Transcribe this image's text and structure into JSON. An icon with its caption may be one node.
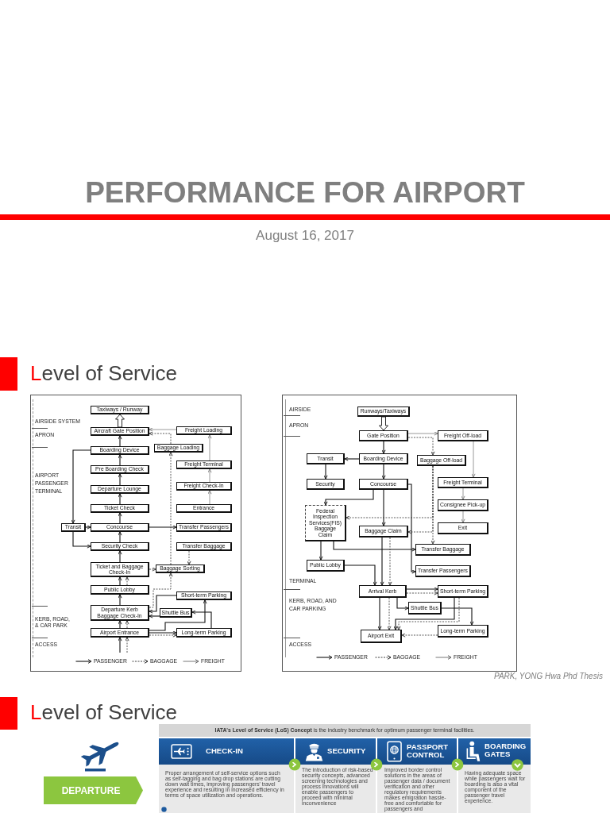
{
  "diagram": {
    "title": "PERFORMANCE FOR AIRPORT",
    "nodes": [
      {
        "text": [
          "Taxiways / Runway"
        ]
      },
      {
        "text": [
          "Aircraft Gate Position"
        ]
      },
      {
        "text": [
          "Freight Loading"
        ]
      },
      {
        "text": [
          "Baggage Loading"
        ]
      },
      {
        "text": [
          "Boarding Device"
        ]
      },
      {
        "text": [
          "Freight Terminal"
        ]
      },
      {
        "text": [
          "Pre Boarding Check"
        ]
      },
      {
        "text": [
          "Freight Check-In"
        ]
      },
      {
        "text": [
          "Departure Lounge"
        ]
      },
      {
        "text": [
          "Ticket Check"
        ]
      },
      {
        "text": [
          "Entrance"
        ]
      },
      {
        "text": [
          "Transit"
        ]
      },
      {
        "text": [
          "Concourse"
        ]
      },
      {
        "text": [
          "Transfer Passengers"
        ]
      },
      {
        "text": [
          "Security Check"
        ]
      },
      {
        "text": [
          "Transfer Baggage"
        ]
      },
      {
        "text": [
          "Ticket and Baggage Check-In"
        ]
      },
      {
        "text": [
          "Baggage Sorting"
        ]
      },
      {
        "text": [
          "Public Lobby"
        ]
      },
      {
        "text": [
          "Short-term Parking"
        ]
      },
      {
        "text": [
          "Departure Kerb Baggage Check-In"
        ]
      },
      {
        "text": [
          "Shuttle Bus"
        ]
      },
      {
        "text": [
          "Airport Entrance"
        ]
      },
      {
        "text": [
          "Long-term Parking"
        ]
      },
      {
        "text": [
          "Runways/Taxiways"
        ]
      },
      {
        "text": [
          "Gate Position"
        ]
      },
      {
        "text": [
          "Freight Off-load"
        ]
      },
      {
        "text": [
          "Transit"
        ]
      },
      {
        "text": [
          "Boarding Device"
        ]
      },
      {
        "text": [
          "Baggage Off-load"
        ]
      },
      {
        "text": [
          "Security"
        ]
      },
      {
        "text": [
          "Concourse"
        ]
      },
      {
        "text": [
          "Freight Terminal"
        ]
      },
      {
        "text": [
          "Consignee Pick-up"
        ]
      },
      {
        "text": [
          "Federal Inspection Services(FIS) Baggage Claim"
        ]
      },
      {
        "text": [
          "Baggage Claim"
        ]
      },
      {
        "text": [
          "Exit"
        ]
      },
      {
        "text": [
          "Transfer Baggage"
        ]
      },
      {
        "text": [
          "Public Lobby"
        ]
      },
      {
        "text": [
          "Transfer Passengers"
        ]
      },
      {
        "text": [
          "Arrival Kerb"
        ]
      },
      {
        "text": [
          "Short-term Parking"
        ]
      },
      {
        "text": [
          "Shuttle Bus"
        ]
      },
      {
        "text": [
          "Long-term Parking"
        ]
      },
      {
        "text": [
          "Airport Exit"
        ]
      },
      {
        "text": [
          "**IATA's Level of Service (LoS) Concept** is the industry benchmark for optimum passenger terminal facilities."
        ]
      },
      {
        "text": [
          "DEPARTURE"
        ]
      },
      {
        "text": [
          "CHECK-IN",
          "Proper arrangement of self-service options such as self-tagging and bag drop stations are cutting down wait times, improving passengers' travel experience and resulting in increased efficiency in terms of space utilization and operations."
        ]
      },
      {
        "text": [
          "SECURITY",
          "The introduction of risk-based security concepts, advanced screening technologies and process innovations will enable passengers to proceed with minimal inconvenience"
        ]
      },
      {
        "text": [
          "PASSPORT CONTROL",
          "Improved border control solutions in the areas of passenger data / document verification and other regulatory requirements makes emigration hassle-free and comfortable for passengers and"
        ]
      },
      {
        "text": [
          "BOARDING GATES",
          "Having adequate space while passengers wait for boarding is also a vital component of the passenger travel experience."
        ]
      }
    ],
    "edges": [
      {
        "from": 1,
        "to": 0,
        "arrow": "to",
        "style": "thick"
      },
      {
        "from": 4,
        "to": 1,
        "arrow": "to"
      },
      {
        "from": 6,
        "to": 4,
        "arrow": "to"
      },
      {
        "from": 8,
        "to": 6,
        "arrow": "to"
      },
      {
        "from": 9,
        "to": 8,
        "arrow": "to"
      },
      {
        "from": 12,
        "to": 9,
        "arrow": "to"
      },
      {
        "from": 14,
        "to": 12,
        "arrow": "to"
      },
      {
        "from": 16,
        "to": 14,
        "arrow": "to"
      },
      {
        "from": 18,
        "to": 16,
        "arrow": "to"
      },
      {
        "from": 20,
        "to": 18,
        "arrow": "to"
      },
      {
        "from": 22,
        "to": 20,
        "arrow": "to"
      },
      {
        "from": null,
        "to": 22,
        "arrow": "to"
      },
      {
        "from": 4,
        "to": 11,
        "arrow": "to"
      },
      {
        "from": 11,
        "to": 12,
        "arrow": "to"
      },
      {
        "from": 11,
        "to": 14,
        "arrow": "to"
      },
      {
        "from": 12,
        "to": 13,
        "arrow": "to"
      },
      {
        "from": 19,
        "to": 20,
        "arrow": "to"
      },
      {
        "from": 21,
        "to": 20,
        "arrow": "to"
      },
      {
        "from": 22,
        "to": 19,
        "arrow": "to"
      },
      {
        "from": 22,
        "to": 23,
        "arrow": "to"
      },
      {
        "from": 23,
        "to": 21,
        "arrow": "to"
      },
      {
        "from": 2,
        "to": 1,
        "arrow": "to",
        "color": "#808080"
      },
      {
        "from": 5,
        "to": 2,
        "arrow": "to",
        "color": "#808080"
      },
      {
        "from": 7,
        "to": 5,
        "arrow": "to",
        "color": "#808080"
      },
      {
        "from": 10,
        "to": 7,
        "arrow": "to",
        "color": "#808080"
      },
      {
        "from": 3,
        "to": 1,
        "arrow": "to",
        "style": "dashed"
      },
      {
        "from": 17,
        "to": 3,
        "arrow": "to",
        "style": "dashed"
      },
      {
        "from": 16,
        "to": 17,
        "arrow": "to",
        "style": "dashed"
      },
      {
        "from": 15,
        "to": 17,
        "arrow": "to",
        "style": "dashed"
      },
      {
        "from": 18,
        "to": 16,
        "arrow": "to",
        "style": "dashed"
      },
      {
        "from": 22,
        "to": 20,
        "arrow": "to",
        "style": "dashed"
      },
      {
        "from": null,
        "to": 22,
        "arrow": "to",
        "style": "dashed"
      },
      {
        "from": 20,
        "to": 17,
        "arrow": "to",
        "style": "dashed"
      },
      {
        "from": 22,
        "to": 23,
        "arrow": "to",
        "style": "dashed"
      },
      {
        "from": 24,
        "to": 25,
        "arrow": "to",
        "style": "thick"
      },
      {
        "from": 25,
        "to": 28,
        "arrow": "to"
      },
      {
        "from": 28,
        "to": 27,
        "arrow": "to"
      },
      {
        "from": 28,
        "to": 31,
        "arrow": "to"
      },
      {
        "from": 27,
        "to": 30,
        "arrow": "to"
      },
      {
        "from": 31,
        "to": 34,
        "arrow": "to"
      },
      {
        "from": 31,
        "to": 35,
        "arrow": "to"
      },
      {
        "from": 31,
        "to": 39,
        "arrow": "to"
      },
      {
        "from": 34,
        "to": 38,
        "arrow": "to"
      },
      {
        "from": 34,
        "to": 37,
        "arrow": "to"
      },
      {
        "from": 38,
        "to": 40,
        "arrow": "to"
      },
      {
        "from": 35,
        "to": 40,
        "arrow": "to"
      },
      {
        "from": 40,
        "to": 41,
        "arrow": "to"
      },
      {
        "from": 40,
        "to": 42,
        "arrow": "to"
      },
      {
        "from": 40,
        "to": 44,
        "arrow": "to"
      },
      {
        "from": 42,
        "to": 43,
        "arrow": "to"
      },
      {
        "from": 41,
        "to": 44,
        "arrow": "to"
      },
      {
        "from": 25,
        "to": 26,
        "arrow": "to",
        "color": "#808080"
      },
      {
        "from": 26,
        "to": 32,
        "arrow": "to",
        "color": "#808080"
      },
      {
        "from": 32,
        "to": 33,
        "arrow": "to",
        "color": "#808080"
      },
      {
        "from": 33,
        "to": 36,
        "arrow": "to",
        "color": "#808080"
      },
      {
        "from": 25,
        "to": 29,
        "arrow": "to",
        "style": "dashed"
      },
      {
        "from": 29,
        "to": 34,
        "arrow": "to",
        "style": "dashed"
      },
      {
        "from": 29,
        "to": 35,
        "arrow": "to",
        "style": "dashed"
      },
      {
        "from": 29,
        "to": 37,
        "arrow": "to",
        "style": "dashed"
      },
      {
        "from": 35,
        "to": 40,
        "arrow": "to",
        "style": "dashed"
      },
      {
        "from": 40,
        "to": 41,
        "arrow": "to",
        "style": "dashed"
      },
      {
        "from": 40,
        "to": 44,
        "arrow": "to",
        "style": "dashed"
      },
      {
        "from": 41,
        "to": 44,
        "arrow": "to",
        "style": "dashed"
      },
      {
        "from": 43,
        "to": 44,
        "arrow": "to",
        "style": "dashed"
      },
      {
        "from": 47,
        "to": 48,
        "arrow": "to",
        "color": "#8cc63f"
      },
      {
        "from": 48,
        "to": 49,
        "arrow": "to",
        "color": "#8cc63f"
      },
      {
        "from": 49,
        "to": 50,
        "arrow": "to",
        "color": "#8cc63f"
      }
    ],
    "labels": [
      "August 16, 2017",
      "Level of Service",
      "AIRSIDE SYSTEM",
      "APRON",
      "AIRPORT PASSENGER TERMINAL",
      "KERB, ROAD, & CAR PARK",
      "ACCESS",
      "AIRSIDE",
      "APRON",
      "TERMINAL",
      "KERB, ROAD, AND CAR PARKING",
      "ACCESS",
      "PARK, YONG Hwa Phd Thesis",
      "Level of Service"
    ],
    "legend": [
      {
        "text": "PASSENGER"
      },
      {
        "text": "BAGGAGE"
      },
      {
        "text": "FREIGHT"
      },
      {
        "text": "PASSENGER"
      },
      {
        "text": "BAGGAGE"
      },
      {
        "text": "FREIGHT"
      }
    ]
  }
}
